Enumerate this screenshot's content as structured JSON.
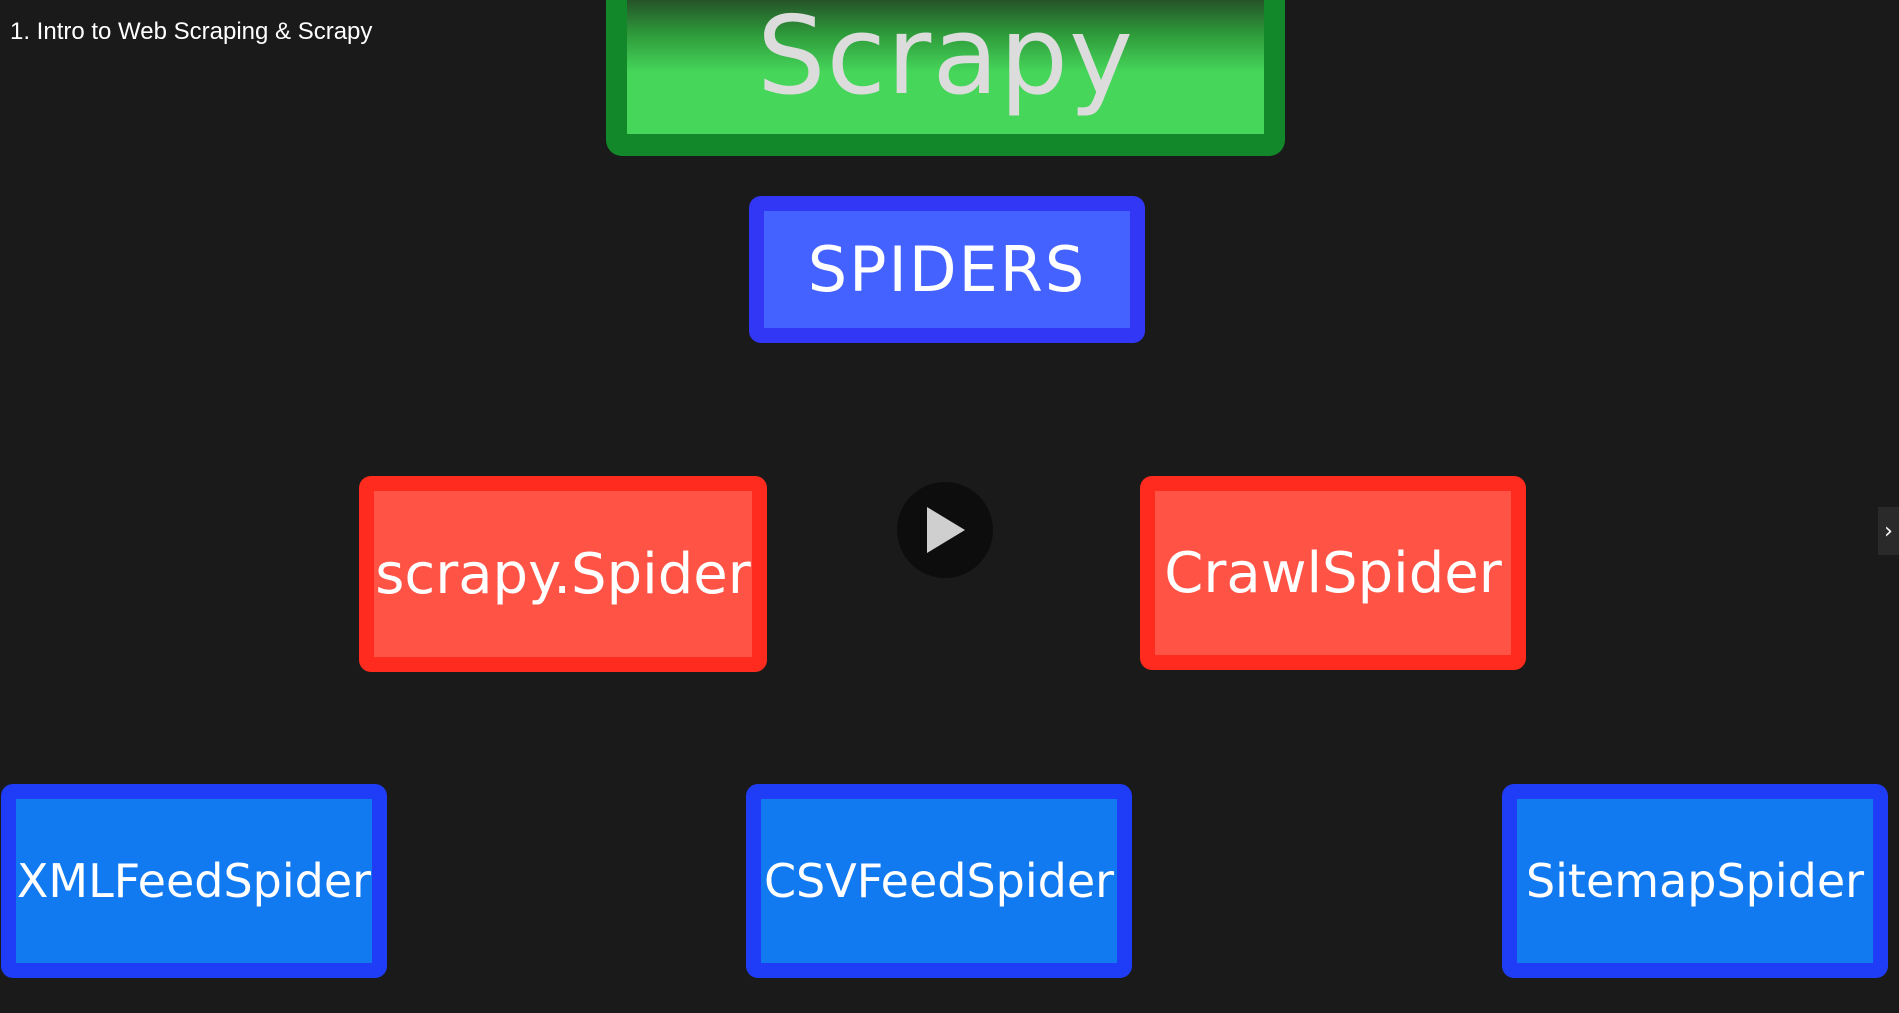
{
  "video": {
    "title": "1. Intro to Web Scraping & Scrapy"
  },
  "diagram": {
    "root": "Scrapy",
    "category": "SPIDERS",
    "level1": [
      "scrapy.Spider",
      "CrawlSpider"
    ],
    "level2": [
      "XMLFeedSpider",
      "CSVFeedSpider",
      "SitemapSpider"
    ]
  },
  "controls": {
    "play_icon": "play-icon",
    "next_icon": "chevron-right-icon",
    "next_glyph": "›"
  },
  "colors": {
    "background": "#1a1a1a",
    "scrapy_green": "#46d65a",
    "spiders_blue": "#4462ff",
    "spider_red": "#ff5346",
    "subclass_blue": "#127af1"
  }
}
